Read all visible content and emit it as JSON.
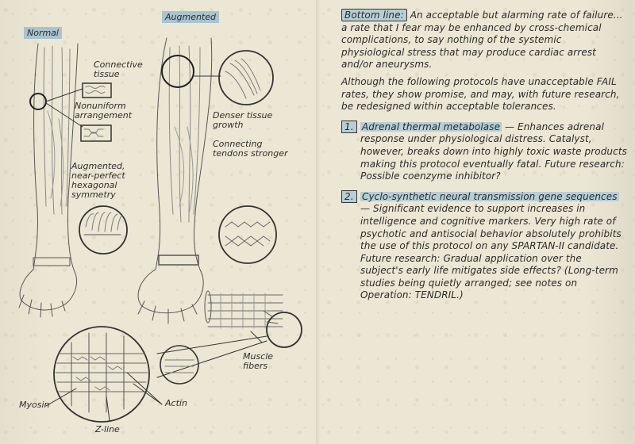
{
  "diagram": {
    "labels": {
      "normal": "Normal",
      "augmented": "Augmented",
      "connective_tissue": "Connective\ntissue",
      "nonuniform": "Nonuniform\narrangement",
      "augmented_hex": "Augmented,\nnear-perfect\nhexagonal\nsymmetry",
      "denser": "Denser tissue\ngrowth",
      "tendons": "Connecting\ntendons stronger",
      "muscle_fibers": "Muscle\nfibers",
      "myosin": "Myosin",
      "actin": "Actin",
      "zline": "Z-line"
    }
  },
  "notes": {
    "bottom_line_label": "Bottom line:",
    "bottom_line_text": "An acceptable but alarming rate of failure... a rate that I fear may be enhanced by cross-chemical complications, to say nothing of the systemic physiological stress that may produce cardiac arrest and/or aneurysms.",
    "protocols_intro": "Although the following protocols have unacceptable FAIL rates, they show promise, and may, with future research, be redesigned within acceptable tolerances.",
    "items": [
      {
        "number": "1.",
        "title": "Adrenal thermal metabolase",
        "text": " — Enhances adrenal response under physiological distress. Catalyst, however, breaks down into highly toxic waste products making this protocol eventually fatal. Future research: Possible coenzyme inhibitor?"
      },
      {
        "number": "2.",
        "title": "Cyclo-synthetic neural transmission gene sequences",
        "text": " — Significant evidence to support increases in intelligence and cognitive markers. Very high rate of psychotic and antisocial behavior absolutely prohibits the use of this protocol on any SPARTAN-II candidate. Future research: Gradual application over the subject's early life mitigates side effects? (Long-term studies being quietly arranged; see notes on Operation: TENDRIL.)"
      }
    ]
  },
  "colors": {
    "paper": "#ece7d4",
    "highlight": "#b7ced7",
    "ink": "#2a2a2a"
  }
}
